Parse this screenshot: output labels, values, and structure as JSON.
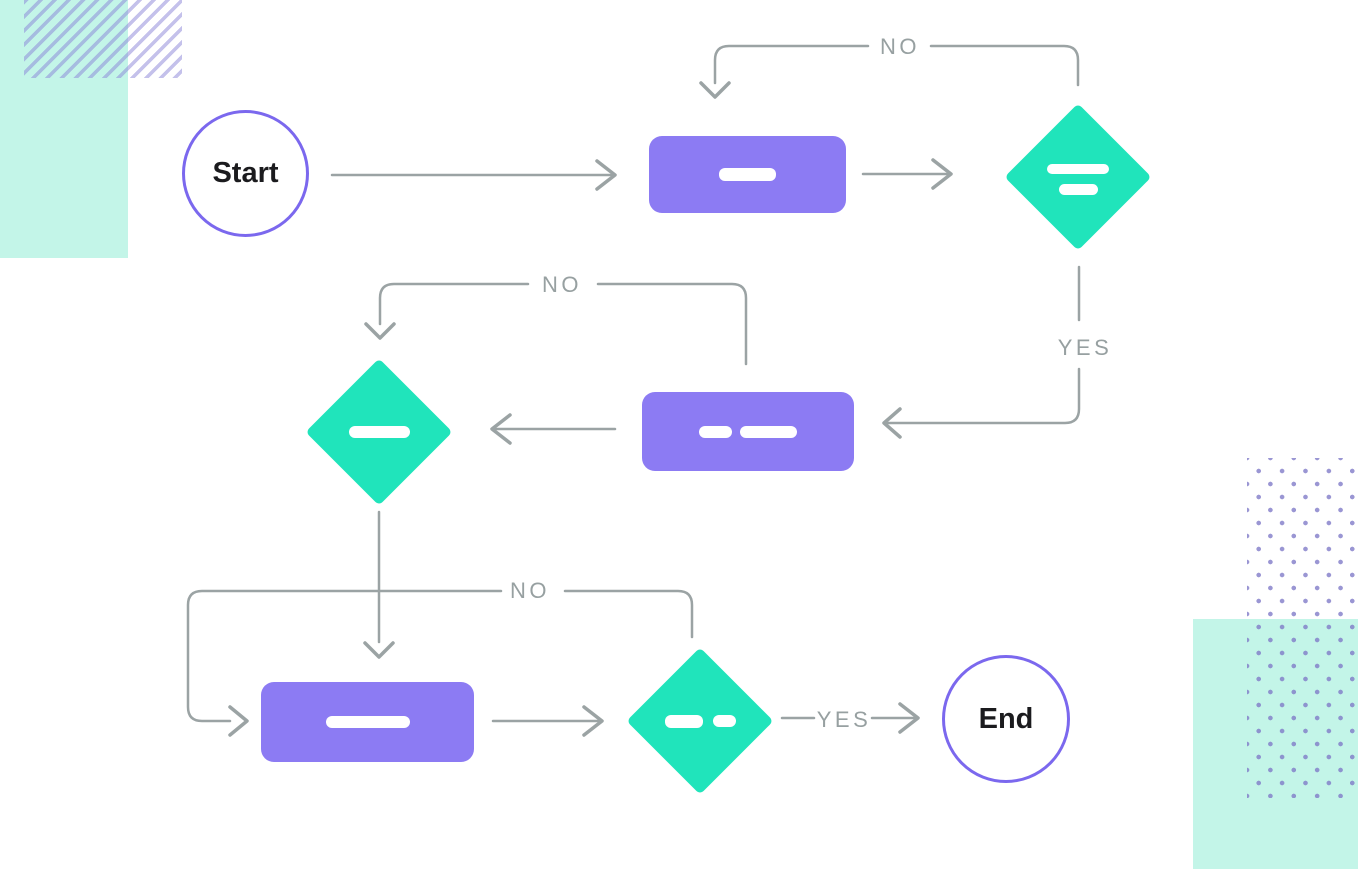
{
  "colors": {
    "purple": "#8C7BF3",
    "teal": "#20E4BB",
    "stroke-purple": "#7B68EE",
    "line-gray": "#9BA3A4",
    "label-gray": "#97A0A1",
    "mint": "#C3F5E8",
    "stripe": "rgba(138,131,215,0.5)",
    "dot": "rgba(126,120,199,0.78)",
    "ink": "#1B1B1E"
  },
  "nodes": {
    "start": {
      "label": "Start",
      "type": "terminator"
    },
    "end": {
      "label": "End",
      "type": "terminator"
    },
    "process1": {
      "type": "process"
    },
    "decision1": {
      "type": "decision"
    },
    "process2": {
      "type": "process"
    },
    "decision2": {
      "type": "decision"
    },
    "process3": {
      "type": "process"
    },
    "decision3": {
      "type": "decision"
    }
  },
  "edge_labels": {
    "no_top": "NO",
    "yes_right": "YES",
    "no_mid": "NO",
    "no_bottom": "NO",
    "yes_bottom": "YES"
  }
}
